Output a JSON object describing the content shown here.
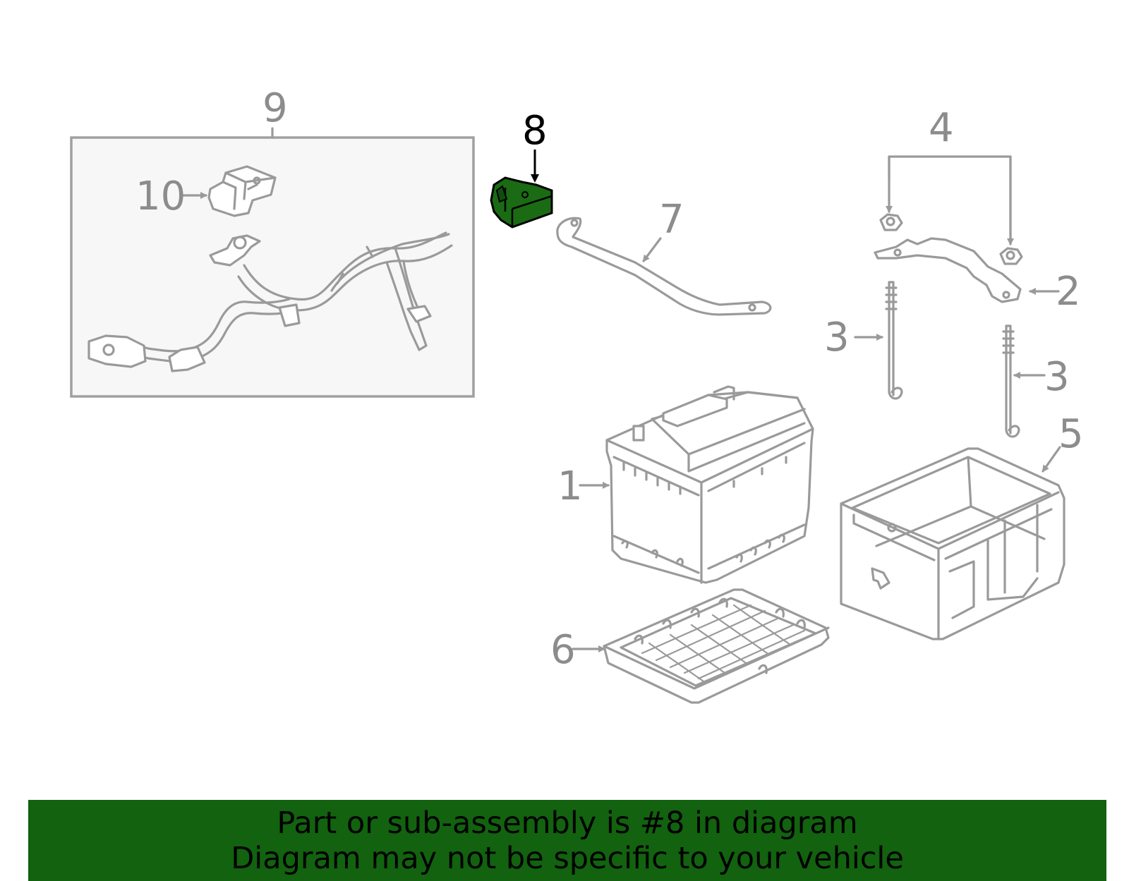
{
  "callouts": {
    "c1": "1",
    "c2": "2",
    "c3a": "3",
    "c3b": "3",
    "c4": "4",
    "c5": "5",
    "c6": "6",
    "c7": "7",
    "c8": "8",
    "c9": "9",
    "c10": "10"
  },
  "highlight": {
    "part": "8",
    "color": "#1a6b14"
  },
  "banner": {
    "line1": "Part or sub-assembly is #8 in diagram",
    "line2": "Diagram may not be specific to your vehicle",
    "background": "#12620f"
  }
}
